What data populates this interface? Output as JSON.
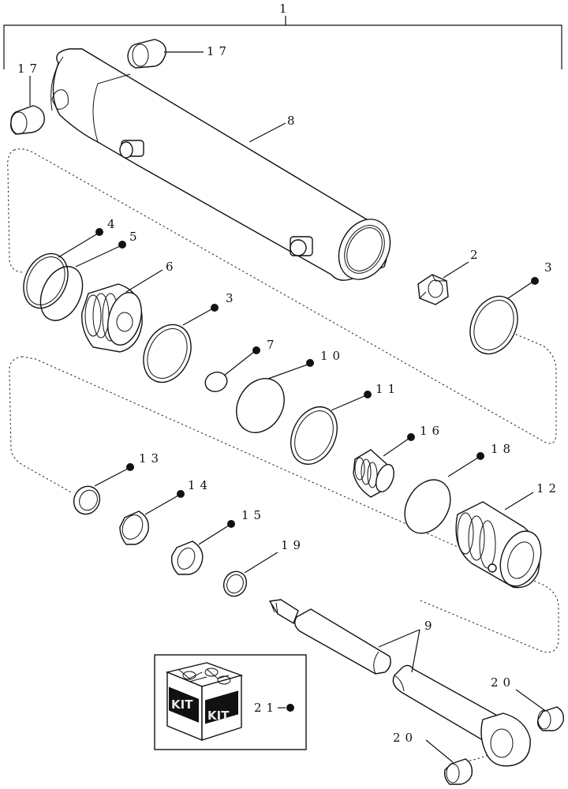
{
  "callouts": {
    "assembly": "1",
    "nut": "2",
    "ring_right": "3",
    "ring_left": "3",
    "ring_4": "4",
    "ring_5": "5",
    "piston": "6",
    "oring_7": "7",
    "barrel": "8",
    "rod": "9",
    "oring_10": "10",
    "ring_11": "11",
    "wiper_16": "16",
    "gland_12": "12",
    "seal_13": "13",
    "seal_14": "14",
    "seal_15": "15",
    "seal_19": "19",
    "oring_18": "18",
    "bush_17_top": "17",
    "bush_17_left": "17",
    "bush_20_right": "20",
    "bush_20_bottom": "20",
    "kit": "21"
  },
  "kit_box": {
    "word_left": "KIT",
    "word_right": "KIT"
  },
  "colors": {
    "ink": "#111111",
    "kit_label": "#e8e8e8"
  }
}
